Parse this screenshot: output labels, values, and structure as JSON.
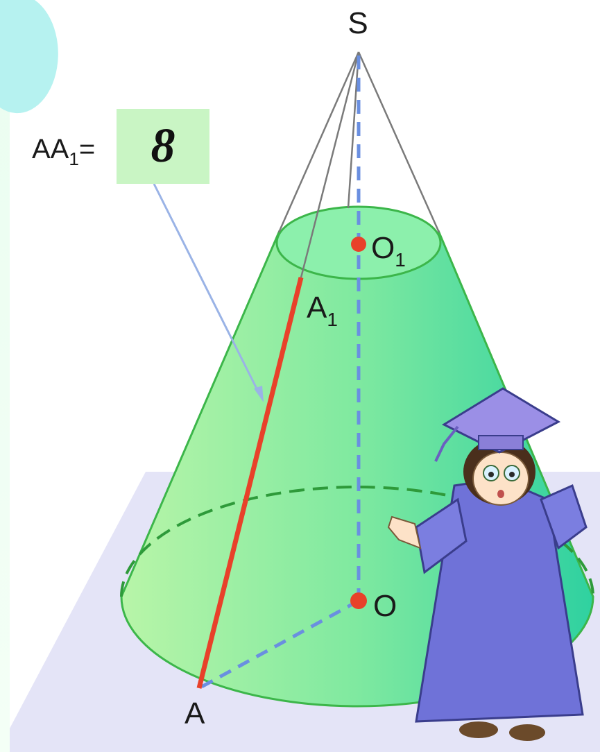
{
  "labels": {
    "apex": "S",
    "top_center": "O",
    "top_center_sub": "1",
    "bottom_center": "O",
    "base_point": "A",
    "top_point": "A",
    "top_point_sub": "1",
    "formula_prefix": "AA",
    "formula_sub": "1",
    "formula_eq": "="
  },
  "answer": {
    "value": "8"
  },
  "colors": {
    "cone_fill": "#7be89a",
    "segment": "#e8412a",
    "center_dot": "#e8412a",
    "axis": "#6a8fe0",
    "arrow": "#9ab3e6",
    "answer_bg": "#c9f5c4",
    "ground": "#e6e6f8"
  }
}
